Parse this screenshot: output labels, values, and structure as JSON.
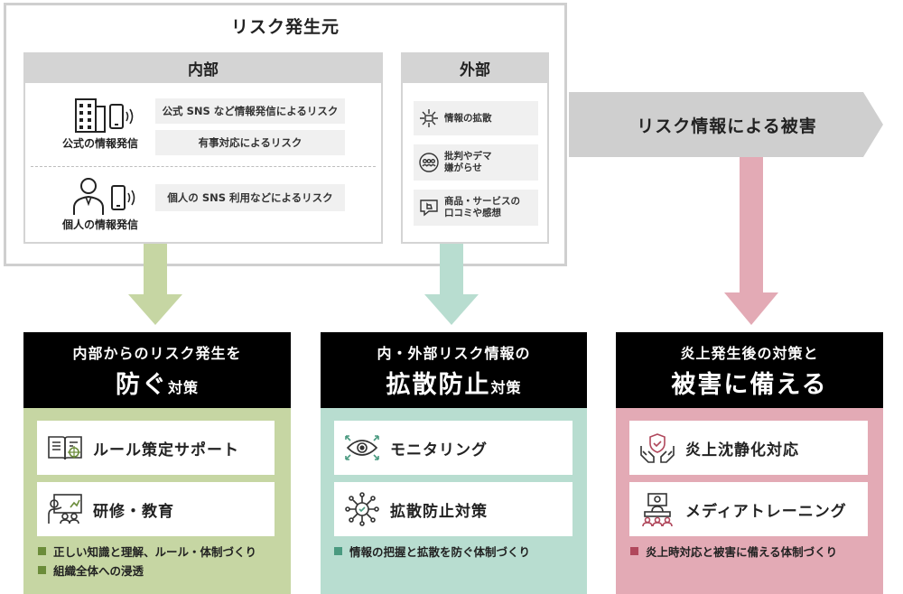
{
  "source": {
    "title": "リスク発生元",
    "internal": {
      "heading": "内部",
      "official": {
        "caption": "公式の情報発信",
        "pills": [
          "公式 SNS など情報発信によるリスク",
          "有事対応によるリスク"
        ]
      },
      "personal": {
        "caption": "個人の情報発信",
        "pills": [
          "個人の SNS 利用などによるリスク"
        ]
      }
    },
    "external": {
      "heading": "外部",
      "items": [
        {
          "line1": "情報の拡散",
          "line2": "",
          "icon": "spread-icon"
        },
        {
          "line1": "批判やデマ",
          "line2": "嫌がらせ",
          "icon": "group-icon"
        },
        {
          "line1": "商品・サービスの",
          "line2": "口コミや感想",
          "icon": "review-icon"
        }
      ]
    }
  },
  "damage": {
    "label": "リスク情報による被害"
  },
  "colors": {
    "green": "#c6d6a3",
    "green_dark": "#6b8c3a",
    "teal": "#b8ddd0",
    "teal_dark": "#4a9a80",
    "pink": "#e3aab5",
    "pink_dark": "#b0485c",
    "gray": "#d4d4d4"
  },
  "columns": [
    {
      "head_line1": "内部からのリスク発生を",
      "head_main": "防ぐ",
      "head_suffix": "対策",
      "cards": [
        {
          "label": "ルール策定サポート",
          "icon": "rulebook-icon"
        },
        {
          "label": "研修・教育",
          "icon": "training-icon"
        }
      ],
      "bullets": [
        "正しい知識と理解、ルール・体制づくり",
        "組織全体への浸透"
      ]
    },
    {
      "head_line1": "内・外部リスク情報の",
      "head_main": "拡散防止",
      "head_suffix": "対策",
      "cards": [
        {
          "label": "モニタリング",
          "icon": "eye-icon"
        },
        {
          "label": "拡散防止対策",
          "icon": "network-icon"
        }
      ],
      "bullets": [
        "情報の把握と拡散を防ぐ体制づくり"
      ]
    },
    {
      "head_line1": "炎上発生後の対策と",
      "head_main": "被害に備える",
      "head_suffix": "",
      "cards": [
        {
          "label": "炎上沈静化対応",
          "icon": "shield-hands-icon"
        },
        {
          "label": "メディアトレーニング",
          "icon": "press-conference-icon"
        }
      ],
      "bullets": [
        "炎上時対応と被害に備える体制づくり"
      ]
    }
  ]
}
